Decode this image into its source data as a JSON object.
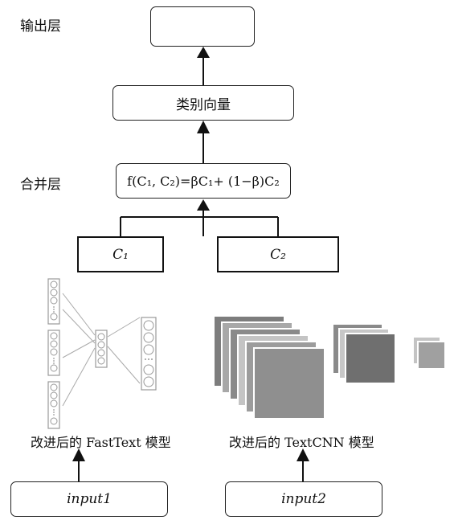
{
  "labels": {
    "output_layer": "输出层",
    "merge_layer": "合并层"
  },
  "boxes": {
    "output": "",
    "category_vector": "类别向量",
    "merge_formula": "f(C₁, C₂)=βC₁+ (1−β)C₂",
    "c1": "C₁",
    "c2": "C₂",
    "input1": "input1",
    "input2": "input2"
  },
  "captions": {
    "fasttext": "改进后的 FastText 模型",
    "textcnn": "改进后的 TextCNN 模型"
  },
  "colors": {
    "line": "#111111",
    "nn_node": "#ffffff",
    "cnn_gray": "#8f8f8f"
  }
}
